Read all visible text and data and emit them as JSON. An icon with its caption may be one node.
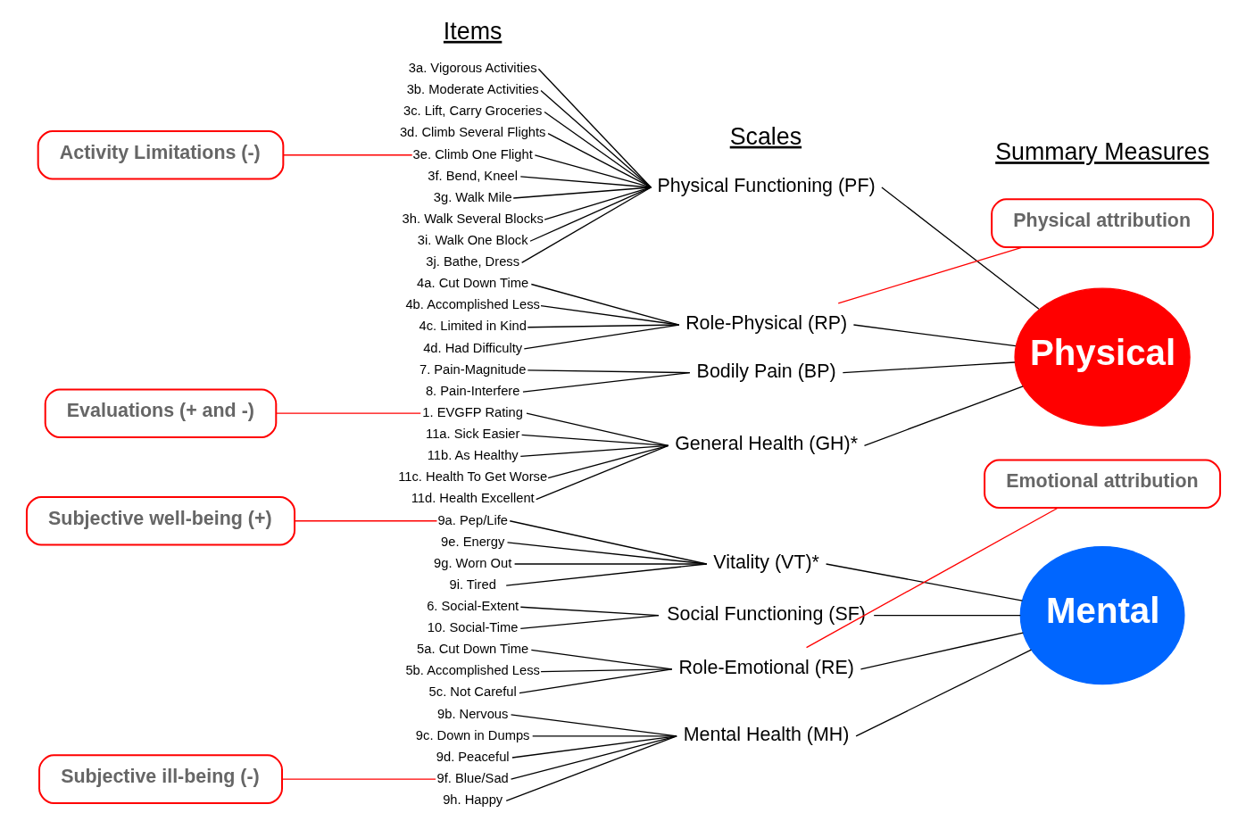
{
  "diagram": {
    "nodes": [
      {
        "text": [
          "Activity Limitations (-)"
        ]
      },
      {
        "text": [
          "Evaluations (+ and -)"
        ]
      },
      {
        "text": [
          "Subjective well-being (+)"
        ]
      },
      {
        "text": [
          "Subjective ill-being (-)"
        ]
      },
      {
        "text": [
          "3a. Vigorous Activities"
        ]
      },
      {
        "text": [
          "3b. Moderate Activities"
        ]
      },
      {
        "text": [
          "3c. Lift, Carry Groceries"
        ]
      },
      {
        "text": [
          "3d. Climb Several Flights"
        ]
      },
      {
        "text": [
          "3e. Climb One Flight"
        ]
      },
      {
        "text": [
          "3f. Bend, Kneel"
        ]
      },
      {
        "text": [
          "3g. Walk Mile"
        ]
      },
      {
        "text": [
          "3h. Walk Several Blocks"
        ]
      },
      {
        "text": [
          "3i. Walk One Block"
        ]
      },
      {
        "text": [
          "3j. Bathe, Dress"
        ]
      },
      {
        "text": [
          "4a. Cut Down Time"
        ]
      },
      {
        "text": [
          "4b. Accomplished Less"
        ]
      },
      {
        "text": [
          "4c. Limited in Kind"
        ]
      },
      {
        "text": [
          "4d. Had Difficulty"
        ]
      },
      {
        "text": [
          "7. Pain-Magnitude"
        ]
      },
      {
        "text": [
          "8. Pain-Interfere"
        ]
      },
      {
        "text": [
          "1. EVGFP Rating"
        ]
      },
      {
        "text": [
          "11a. Sick Easier"
        ]
      },
      {
        "text": [
          "11b. As Healthy"
        ]
      },
      {
        "text": [
          "11c. Health To Get Worse"
        ]
      },
      {
        "text": [
          "11d. Health Excellent"
        ]
      },
      {
        "text": [
          "9a. Pep/Life"
        ]
      },
      {
        "text": [
          "9e. Energy"
        ]
      },
      {
        "text": [
          "9g. Worn Out"
        ]
      },
      {
        "text": [
          "9i. Tired"
        ]
      },
      {
        "text": [
          "6. Social-Extent"
        ]
      },
      {
        "text": [
          "10. Social-Time"
        ]
      },
      {
        "text": [
          "5a. Cut Down Time"
        ]
      },
      {
        "text": [
          "5b. Accomplished Less"
        ]
      },
      {
        "text": [
          "5c. Not Careful"
        ]
      },
      {
        "text": [
          "9b. Nervous"
        ]
      },
      {
        "text": [
          "9c. Down in Dumps"
        ]
      },
      {
        "text": [
          "9d. Peaceful"
        ]
      },
      {
        "text": [
          "9f. Blue/Sad"
        ]
      },
      {
        "text": [
          "9h. Happy"
        ]
      },
      {
        "text": [
          "Physical Functioning (PF)"
        ]
      },
      {
        "text": [
          "Role-Physical (RP)"
        ]
      },
      {
        "text": [
          "Bodily Pain (BP)"
        ]
      },
      {
        "text": [
          "General Health (GH)*"
        ]
      },
      {
        "text": [
          "Vitality (VT)*"
        ]
      },
      {
        "text": [
          "Social Functioning (SF)"
        ]
      },
      {
        "text": [
          "Role-Emotional (RE)"
        ]
      },
      {
        "text": [
          "Mental Health (MH)"
        ]
      },
      {
        "text": [
          "Physical attribution"
        ]
      },
      {
        "text": [
          "Emotional attribution"
        ]
      },
      {
        "text": [
          "Physical"
        ]
      },
      {
        "text": [
          "Mental"
        ]
      }
    ],
    "edges": [
      {
        "from": 4,
        "to": 39,
        "arrow": "none"
      },
      {
        "from": 5,
        "to": 39,
        "arrow": "none"
      },
      {
        "from": 6,
        "to": 39,
        "arrow": "none"
      },
      {
        "from": 7,
        "to": 39,
        "arrow": "none"
      },
      {
        "from": 8,
        "to": 39,
        "arrow": "none"
      },
      {
        "from": 9,
        "to": 39,
        "arrow": "none"
      },
      {
        "from": 10,
        "to": 39,
        "arrow": "none"
      },
      {
        "from": 11,
        "to": 39,
        "arrow": "none"
      },
      {
        "from": 12,
        "to": 39,
        "arrow": "none"
      },
      {
        "from": 13,
        "to": 39,
        "arrow": "none"
      },
      {
        "from": 14,
        "to": 40,
        "arrow": "none"
      },
      {
        "from": 15,
        "to": 40,
        "arrow": "none"
      },
      {
        "from": 16,
        "to": 40,
        "arrow": "none"
      },
      {
        "from": 17,
        "to": 40,
        "arrow": "none"
      },
      {
        "from": 18,
        "to": 41,
        "arrow": "none"
      },
      {
        "from": 19,
        "to": 41,
        "arrow": "none"
      },
      {
        "from": 20,
        "to": 42,
        "arrow": "none"
      },
      {
        "from": 21,
        "to": 42,
        "arrow": "none"
      },
      {
        "from": 22,
        "to": 42,
        "arrow": "none"
      },
      {
        "from": 23,
        "to": 42,
        "arrow": "none"
      },
      {
        "from": 24,
        "to": 42,
        "arrow": "none"
      },
      {
        "from": 25,
        "to": 43,
        "arrow": "none"
      },
      {
        "from": 26,
        "to": 43,
        "arrow": "none"
      },
      {
        "from": 27,
        "to": 43,
        "arrow": "none"
      },
      {
        "from": 28,
        "to": 43,
        "arrow": "none"
      },
      {
        "from": 29,
        "to": 44,
        "arrow": "none"
      },
      {
        "from": 30,
        "to": 44,
        "arrow": "none"
      },
      {
        "from": 31,
        "to": 45,
        "arrow": "none"
      },
      {
        "from": 32,
        "to": 45,
        "arrow": "none"
      },
      {
        "from": 33,
        "to": 45,
        "arrow": "none"
      },
      {
        "from": 34,
        "to": 46,
        "arrow": "none"
      },
      {
        "from": 35,
        "to": 46,
        "arrow": "none"
      },
      {
        "from": 36,
        "to": 46,
        "arrow": "none"
      },
      {
        "from": 37,
        "to": 46,
        "arrow": "none"
      },
      {
        "from": 38,
        "to": 46,
        "arrow": "none"
      },
      {
        "from": 39,
        "to": 49,
        "arrow": "none"
      },
      {
        "from": 40,
        "to": 49,
        "arrow": "none"
      },
      {
        "from": 41,
        "to": 49,
        "arrow": "none"
      },
      {
        "from": 42,
        "to": 49,
        "arrow": "none"
      },
      {
        "from": 43,
        "to": 50,
        "arrow": "none"
      },
      {
        "from": 44,
        "to": 50,
        "arrow": "none"
      },
      {
        "from": 45,
        "to": 50,
        "arrow": "none"
      },
      {
        "from": 46,
        "to": 50,
        "arrow": "none"
      },
      {
        "from": 0,
        "to": 8,
        "arrow": "none",
        "color": "#ff0000"
      },
      {
        "from": 1,
        "to": 20,
        "arrow": "none",
        "color": "#ff0000"
      },
      {
        "from": 2,
        "to": 25,
        "arrow": "none",
        "color": "#ff0000"
      },
      {
        "from": 3,
        "to": 37,
        "arrow": "none",
        "color": "#ff0000"
      },
      {
        "from": 47,
        "to": 40,
        "arrow": "none",
        "color": "#ff0000"
      },
      {
        "from": 48,
        "to": 45,
        "arrow": "none",
        "color": "#ff0000"
      }
    ],
    "labels": [
      "Items",
      "Scales",
      "Summary Measures"
    ]
  }
}
